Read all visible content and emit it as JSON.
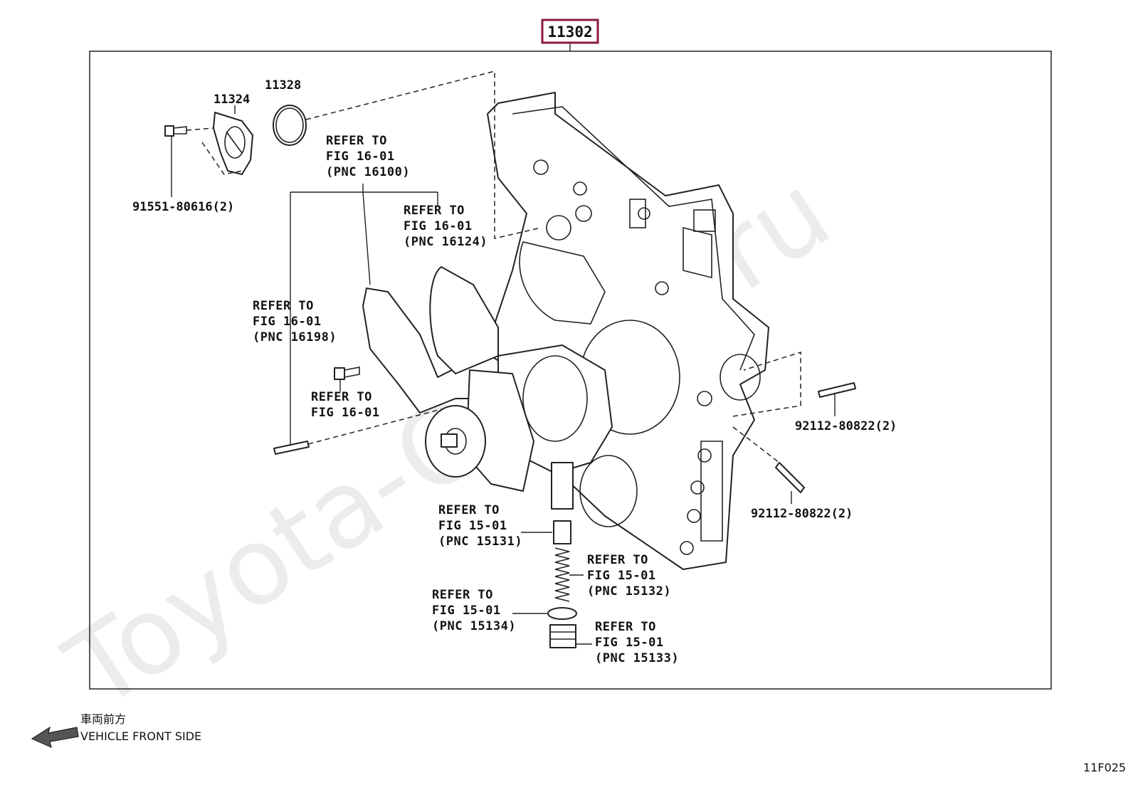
{
  "header": {
    "main_part_number": "11302",
    "highlight_color": "#8b1a3a"
  },
  "watermark": "Toyota-Online.ru",
  "part_numbers": {
    "p11328": "11328",
    "p11324": "11324",
    "bolt_91551": "91551-80616(2)",
    "stud_right_upper": "92112-80822(2)",
    "stud_right_lower": "92112-80822(2)"
  },
  "refer_labels": [
    {
      "id": "r16100",
      "line1": "REFER TO",
      "line2": "FIG 16-01",
      "line3": "(PNC 16100)"
    },
    {
      "id": "r16124",
      "line1": "REFER TO",
      "line2": "FIG 16-01",
      "line3": "(PNC 16124)"
    },
    {
      "id": "r16198",
      "line1": "REFER TO",
      "line2": "FIG 16-01",
      "line3": "(PNC 16198)"
    },
    {
      "id": "rbolt",
      "line1": "REFER TO",
      "line2": "FIG 16-01",
      "line3": ""
    },
    {
      "id": "r15131",
      "line1": "REFER TO",
      "line2": "FIG 15-01",
      "line3": "(PNC 15131)"
    },
    {
      "id": "r15132",
      "line1": "REFER TO",
      "line2": "FIG 15-01",
      "line3": "(PNC 15132)"
    },
    {
      "id": "r15134",
      "line1": "REFER TO",
      "line2": "FIG 15-01",
      "line3": "(PNC 15134)"
    },
    {
      "id": "r15133",
      "line1": "REFER TO",
      "line2": "FIG 15-01",
      "line3": "(PNC 15133)"
    }
  ],
  "footer": {
    "direction_jp": "車両前方",
    "direction_en": "VEHICLE FRONT SIDE",
    "figure_code": "11F025"
  }
}
